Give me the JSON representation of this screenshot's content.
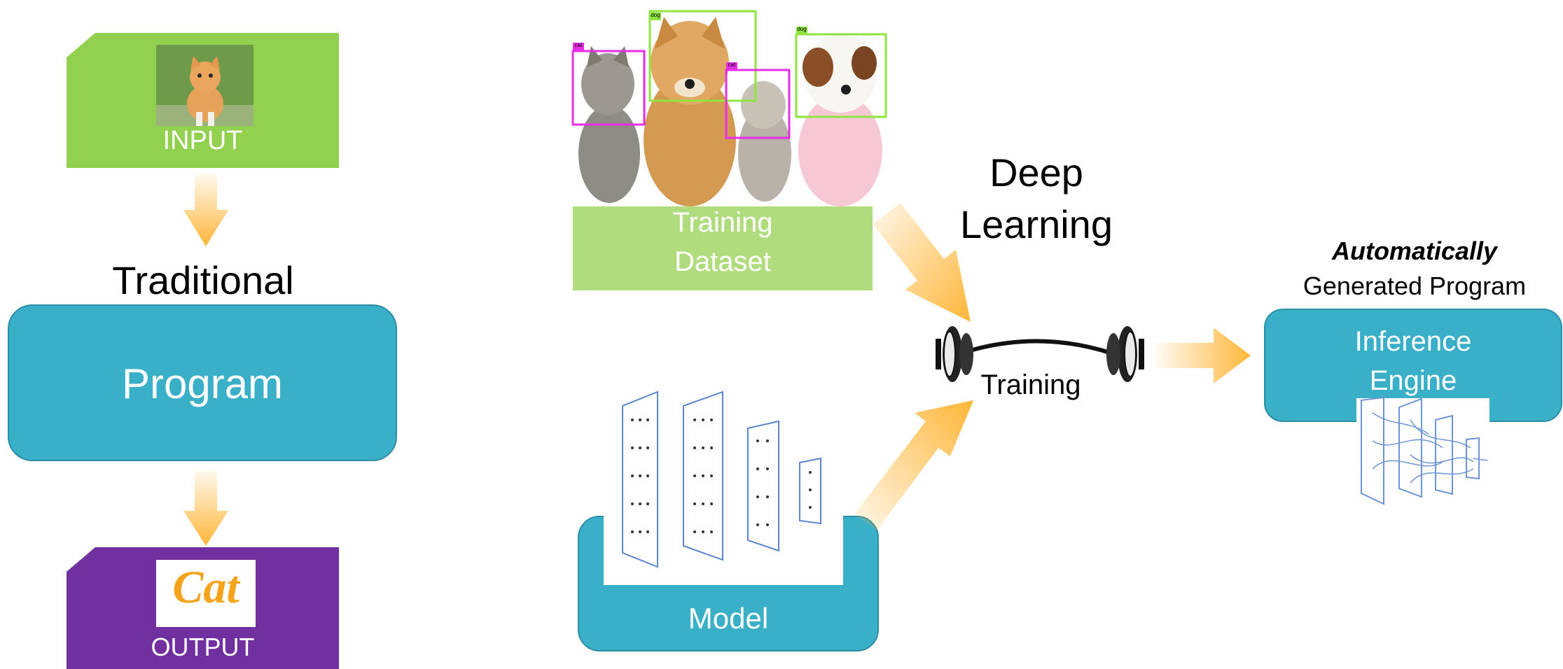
{
  "traditional": {
    "input_label": "INPUT",
    "heading": "Traditional",
    "program_label": "Program",
    "output_label": "OUTPUT",
    "output_word": "Cat"
  },
  "deep_learning": {
    "heading_line1": "Deep",
    "heading_line2": "Learning",
    "dataset_line1": "Training",
    "dataset_line2": "Dataset",
    "bbox_tags": [
      "cat",
      "dog",
      "cat",
      "dog"
    ],
    "training_label": "Training",
    "model_label": "Model",
    "auto_line1": "Automatically",
    "auto_line2": "Generated Program",
    "engine_line1": "Inference",
    "engine_line2": "Engine"
  },
  "colors": {
    "input_green": "#92d050",
    "dataset_green": "#b0dc7e",
    "program_teal": "#3aafc8",
    "output_purple": "#7030a0",
    "arrow_orange": "#ffb638",
    "bbox_magenta": "#e62ee6",
    "bbox_green": "#8ee53f"
  }
}
